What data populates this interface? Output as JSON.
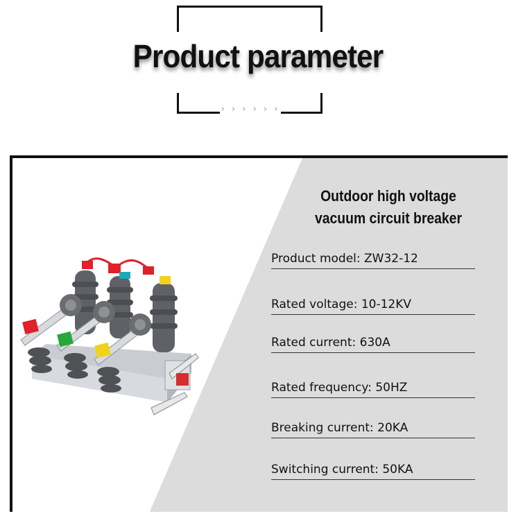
{
  "header": {
    "title": "Product parameter",
    "chevrons": "› › › › › ›"
  },
  "panel": {
    "heading_line1": "Outdoor high voltage",
    "heading_line2": "vacuum circuit breaker",
    "params": [
      "Product model: ZW32-12",
      "Rated voltage: 10-12KV",
      "Rated current: 630A",
      "Rated frequency: 50HZ",
      "Breaking current: 20KA",
      "Switching current: 50KA"
    ]
  },
  "colors": {
    "background": "#ffffff",
    "panel_grey": "#dcdcdc",
    "frame": "#111111",
    "insulator": "#5f6166",
    "phase_red": "#e0202a",
    "phase_green": "#25a83a",
    "phase_yellow": "#f1d21a",
    "phase_cyan": "#1fa9b8"
  },
  "icons": [
    "chevron-right-icon",
    "circuit-breaker-image"
  ]
}
